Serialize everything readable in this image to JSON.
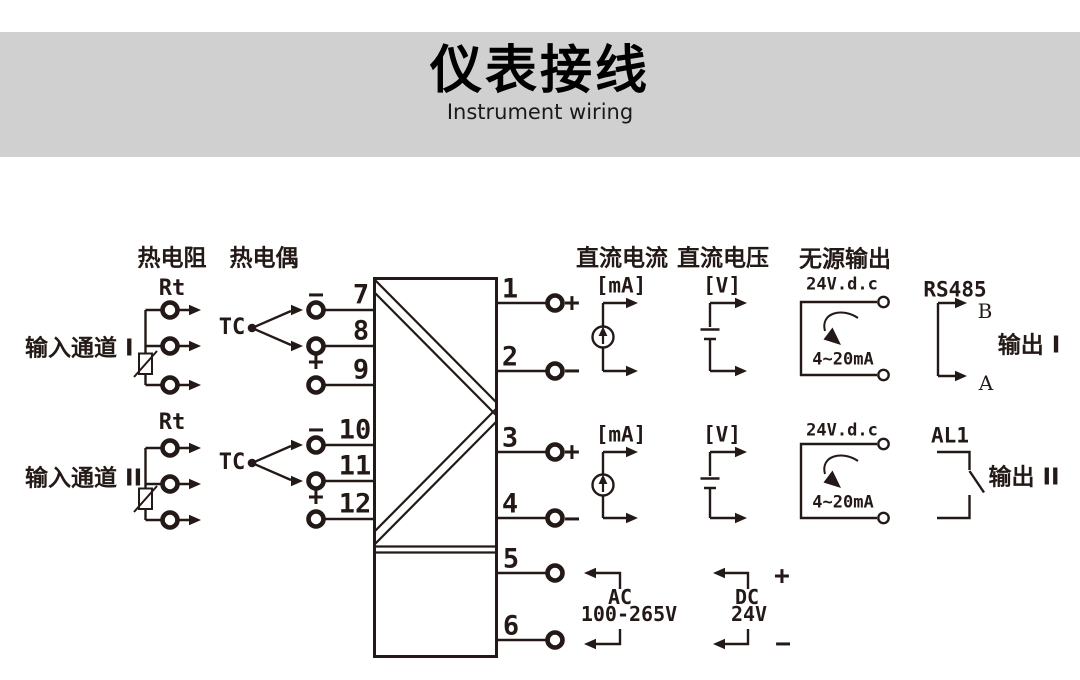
{
  "header": {
    "title": "仪表接线",
    "subtitle": "Instrument wiring"
  },
  "inputs": {
    "rtd_heading": "热电阻",
    "tc_heading": "热电偶",
    "ch1": {
      "label": "输入通道 I",
      "rt": "Rt",
      "tc": "TC",
      "minus": "−",
      "plus": "+"
    },
    "ch2": {
      "label": "输入通道 II",
      "rt": "Rt",
      "tc": "TC",
      "minus": "−",
      "plus": "+"
    }
  },
  "block": {
    "left_terminals": [
      "7",
      "8",
      "9",
      "10",
      "11",
      "12"
    ],
    "right_terminals": [
      "1",
      "2",
      "3",
      "4",
      "5",
      "6"
    ],
    "right_polarity": [
      "+",
      "−",
      "+",
      "−"
    ]
  },
  "outputs": {
    "dc_current_heading": "直流电流",
    "dc_voltage_heading": "直流电压",
    "passive_heading": "无源输出",
    "ma_unit": "[mA]",
    "v_unit": "[V]",
    "passive_supply": "24V.d.c",
    "passive_range": "4~20mA",
    "rs485": "RS485",
    "rs485_b": "B",
    "rs485_a": "A",
    "output1": "输出 I",
    "al1": "AL1",
    "output2": "输出 II"
  },
  "power": {
    "ac_label": "AC",
    "ac_range": "100-265V",
    "dc_label": "DC",
    "dc_value": "24V",
    "plus": "+",
    "minus": "−"
  },
  "colors": {
    "band_bg": "#d0d0d0",
    "line": "#231916"
  }
}
